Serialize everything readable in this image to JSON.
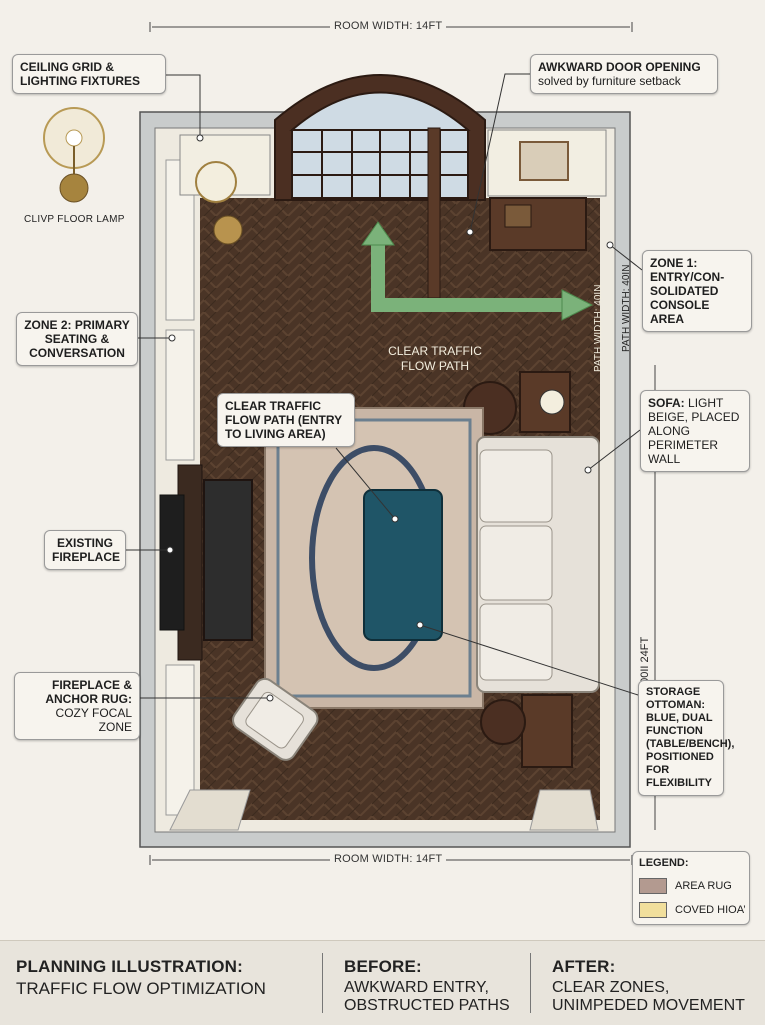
{
  "dimensions": {
    "top_width": "ROOM WIDTH: 14FT",
    "bottom_width": "ROOM WIDTH: 14FT",
    "length": "200II 24FT",
    "path_width_1": "PATH WIDTH: 40IN",
    "path_width_2": "PATH WIDTH: 40IN"
  },
  "callouts": {
    "ceiling": "CEILING GRID & LIGHTING FIXTURES",
    "lamp_caption": "CLIVP FLOOR LAMP",
    "door_title": "AWKWARD DOOR OPENING",
    "door_sub": "solved by furniture setback",
    "zone1": "ZONE 1: ENTRY/CON-SOLIDATED CONSOLE AREA",
    "zone2": "ZONE 2: PRIMARY SEATING & CONVERSATION",
    "traffic_floor": "CLEAR TRAFFIC FLOW PATH",
    "traffic_entry": "CLEAR TRAFFIC FLOW PATH (ENTRY TO LIVING AREA)",
    "sofa_title": "SOFA:",
    "sofa_sub": "LIGHT BEIGE, PLACED ALONG PERIMETER WALL",
    "fireplace": "EXISTING FIREPLACE",
    "anchor_title": "FIREPLACE & ANCHOR RUG:",
    "anchor_sub": "COZY FOCAL ZONE",
    "ottoman_title": "STORAGE OTTOMAN:",
    "ottoman_sub": "BLUE, DUAL FUNCTION (TABLE/BENCH), POSITIONED FOR FLEXIBILITY"
  },
  "legend": {
    "title": "LEGEND:",
    "items": [
      {
        "label": "AREA RUG",
        "color": "#b39a90"
      },
      {
        "label": "COVED HIOA’",
        "color": "#f1df9c"
      }
    ]
  },
  "footer": {
    "title": "PLANNING ILLUSTRATION:",
    "subtitle": "TRAFFIC FLOW OPTIMIZATION",
    "before_title": "BEFORE:",
    "before_text": "AWKWARD ENTRY, OBSTRUCTED PATHS",
    "after_title": "AFTER:",
    "after_text": "CLEAR ZONES, UNIMPEDED MOVEMENT"
  },
  "colors": {
    "floor": "#4a3426",
    "wall": "#c9cccc",
    "arrow": "#7bb27a",
    "ottoman": "#1f5567",
    "sofa": "#e6e1d9",
    "rug": "#c9b6a6"
  }
}
